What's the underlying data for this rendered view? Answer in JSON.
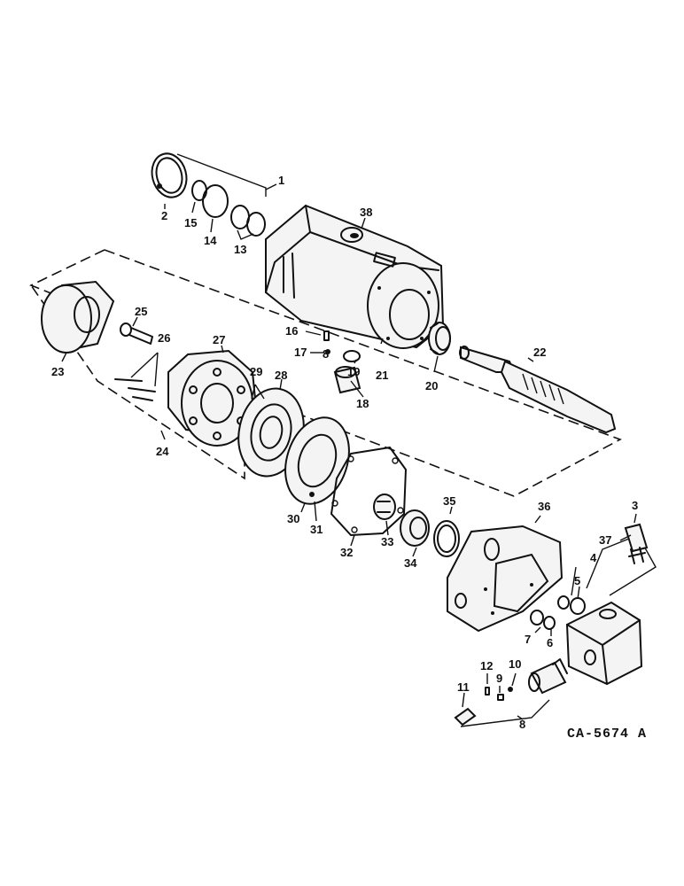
{
  "drawing_code": "CA-5674 A",
  "callouts": [
    {
      "id": "c1",
      "text": "1"
    },
    {
      "id": "c2",
      "text": "2"
    },
    {
      "id": "c3",
      "text": "3"
    },
    {
      "id": "c4",
      "text": "4"
    },
    {
      "id": "c5",
      "text": "5"
    },
    {
      "id": "c6",
      "text": "6"
    },
    {
      "id": "c7",
      "text": "7"
    },
    {
      "id": "c8",
      "text": "8"
    },
    {
      "id": "c8b",
      "text": "8"
    },
    {
      "id": "c9",
      "text": "9"
    },
    {
      "id": "c10",
      "text": "10"
    },
    {
      "id": "c11",
      "text": "11"
    },
    {
      "id": "c12",
      "text": "12"
    },
    {
      "id": "c13",
      "text": "13"
    },
    {
      "id": "c14",
      "text": "14"
    },
    {
      "id": "c15",
      "text": "15"
    },
    {
      "id": "c16",
      "text": "16"
    },
    {
      "id": "c17",
      "text": "17"
    },
    {
      "id": "c18",
      "text": "18"
    },
    {
      "id": "c19",
      "text": "19"
    },
    {
      "id": "c20",
      "text": "20"
    },
    {
      "id": "c21",
      "text": "21"
    },
    {
      "id": "c22",
      "text": "22"
    },
    {
      "id": "c23",
      "text": "23"
    },
    {
      "id": "c24",
      "text": "24"
    },
    {
      "id": "c25",
      "text": "25"
    },
    {
      "id": "c26",
      "text": "26"
    },
    {
      "id": "c27",
      "text": "27"
    },
    {
      "id": "c28",
      "text": "28"
    },
    {
      "id": "c29",
      "text": "29"
    },
    {
      "id": "c30",
      "text": "30"
    },
    {
      "id": "c31",
      "text": "31"
    },
    {
      "id": "c32",
      "text": "32"
    },
    {
      "id": "c33",
      "text": "33"
    },
    {
      "id": "c34",
      "text": "34"
    },
    {
      "id": "c35",
      "text": "35"
    },
    {
      "id": "c36",
      "text": "36"
    },
    {
      "id": "c37",
      "text": "37"
    },
    {
      "id": "c38",
      "text": "38"
    }
  ]
}
